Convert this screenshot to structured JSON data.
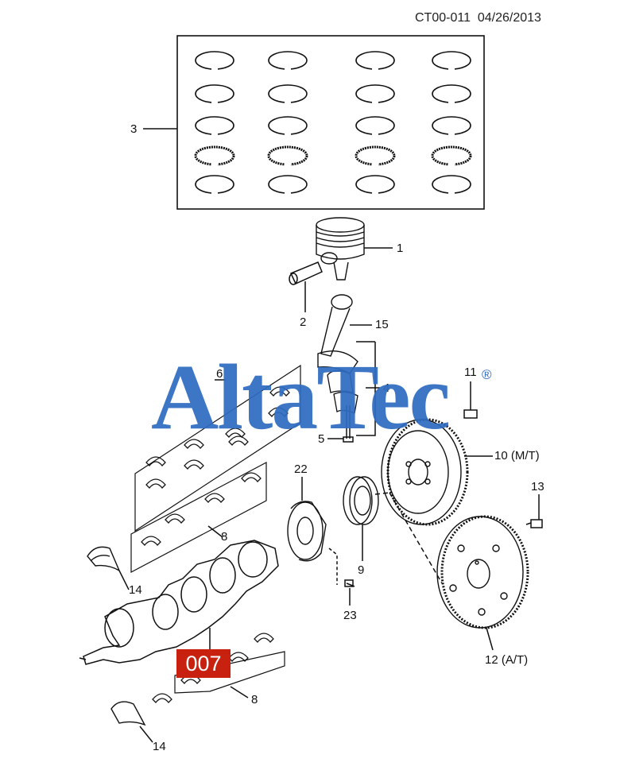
{
  "header": {
    "doc_id": "CT00-011",
    "date": "04/26/2013"
  },
  "callouts": {
    "c1": "1",
    "c2": "2",
    "c3": "3",
    "c4": "4",
    "c5": "5",
    "c6": "6",
    "c8a": "8",
    "c8b": "8",
    "c9": "9",
    "c10": "10 (M/T)",
    "c11": "11",
    "c12": "12 (A/T)",
    "c13": "13",
    "c14a": "14",
    "c14b": "14",
    "c15": "15",
    "c22": "22",
    "c23": "23"
  },
  "badge": {
    "text": "007",
    "color": "#c8210f"
  },
  "watermark": {
    "text": "AltaTec",
    "registered": "®",
    "color": "#2f6cc0"
  }
}
